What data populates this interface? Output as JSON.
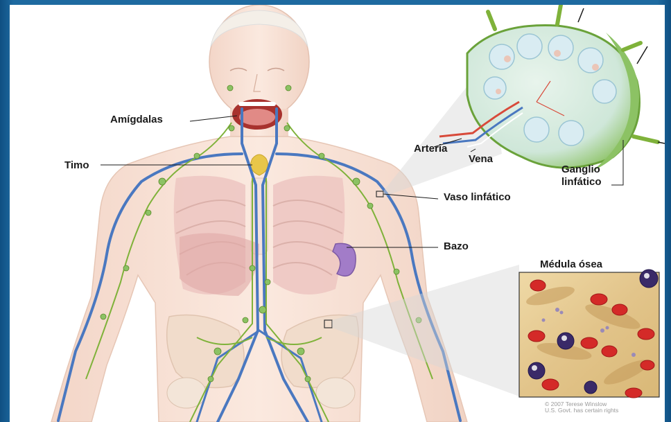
{
  "labels": {
    "tonsils": "Amígdalas",
    "thymus": "Timo",
    "artery": "Arteria",
    "vein": "Vena",
    "node_line1": "Ganglio",
    "node_line2": "linfático",
    "vessel": "Vaso linfático",
    "spleen": "Bazo",
    "marrow": "Médula ósea"
  },
  "credit": {
    "line1": "© 2007 Terese Winslow",
    "line2": "U.S. Govt. has certain rights"
  },
  "colors": {
    "frame": "#1e6aa0",
    "lymph_green": "#7fb23a",
    "vein_blue": "#4a78c0",
    "artery_red": "#d84a3a",
    "spleen_purple": "#a27cc8",
    "thymus_yellow": "#e8c64a",
    "skin": "#f6ddd0"
  }
}
